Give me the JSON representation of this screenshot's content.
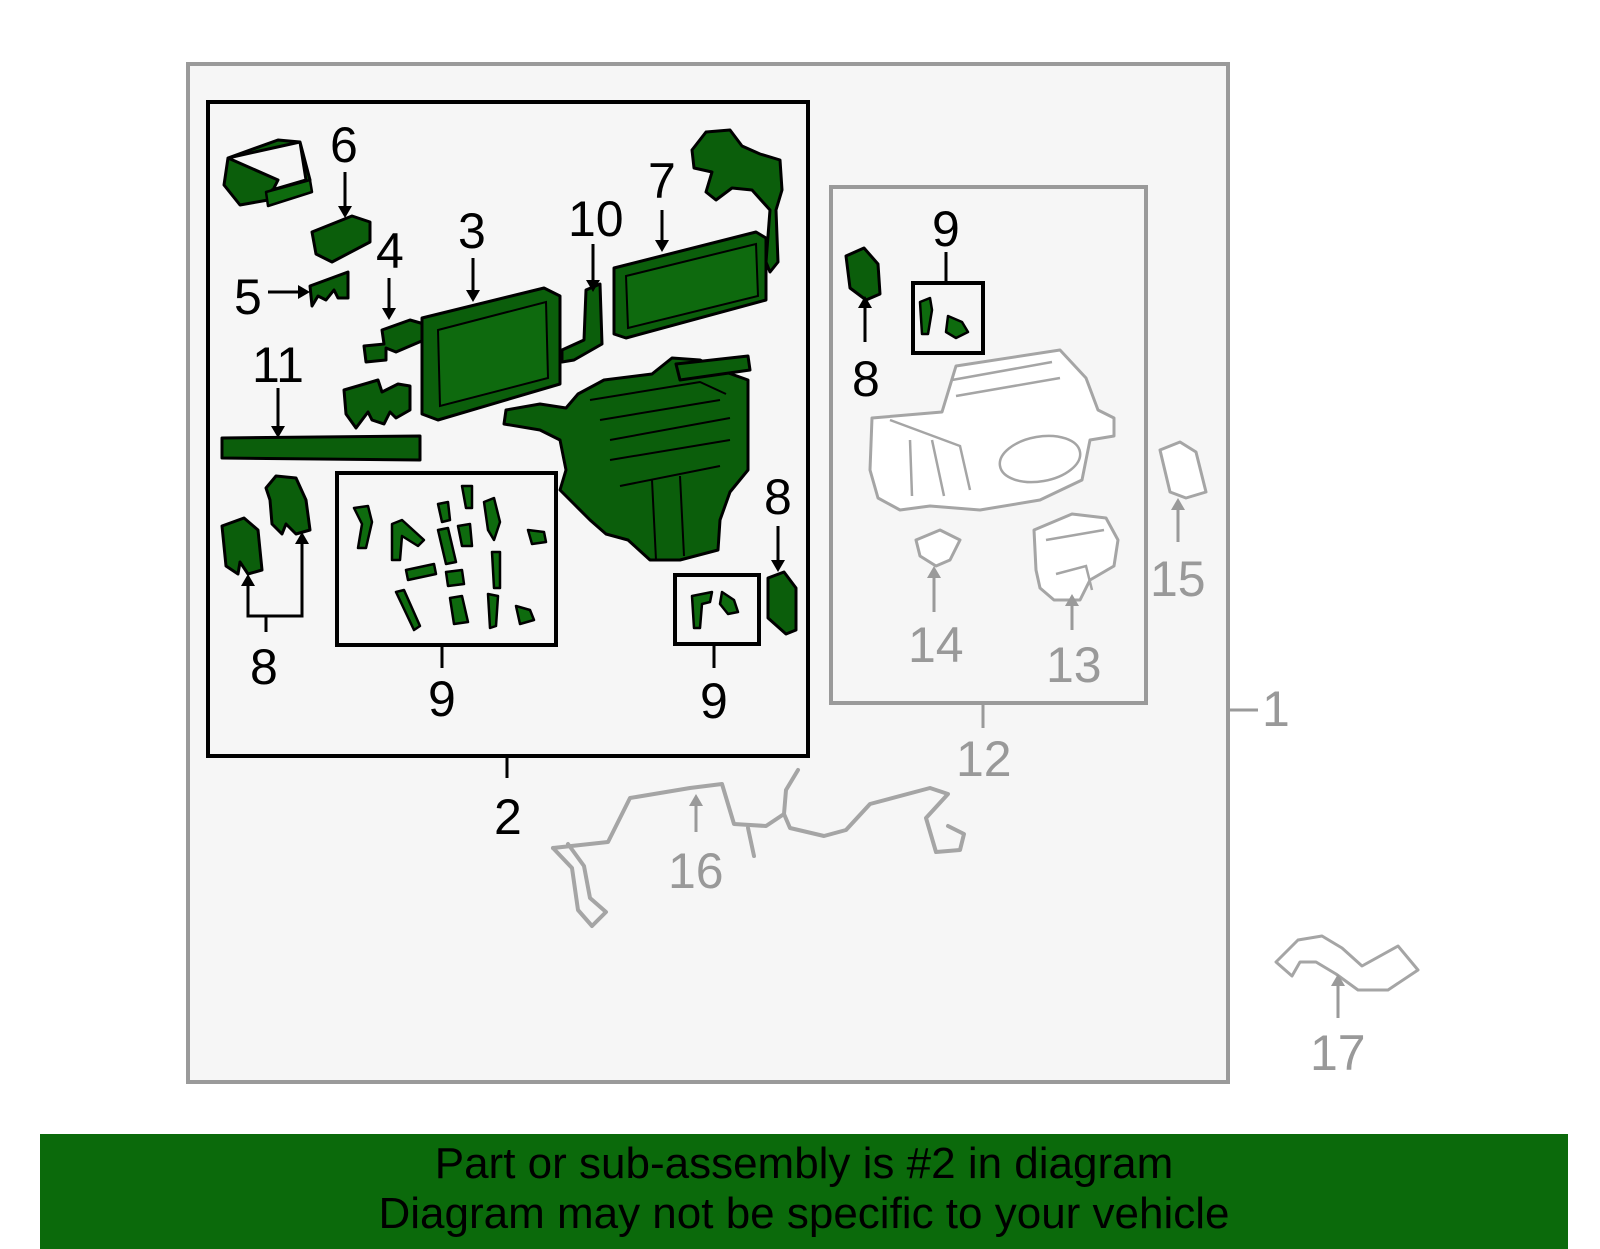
{
  "callouts": {
    "c1": "1",
    "c2": "2",
    "c3": "3",
    "c4": "4",
    "c5": "5",
    "c6": "6",
    "c7": "7",
    "c8a": "8",
    "c8b": "8",
    "c8c": "8",
    "c9a": "9",
    "c9b": "9",
    "c9c": "9",
    "c10": "10",
    "c11": "11",
    "c12": "12",
    "c13": "13",
    "c14": "14",
    "c15": "15",
    "c16": "16",
    "c17": "17"
  },
  "colors": {
    "highlight_fill": "#0b5e0b",
    "banner_background": "#0b6a0b",
    "outline_gray": "#9a9a9a",
    "callout_gray": "#999999"
  },
  "banner": {
    "line1": "Part or sub-assembly is #2 in diagram",
    "line2": "Diagram may not be specific to your vehicle"
  }
}
